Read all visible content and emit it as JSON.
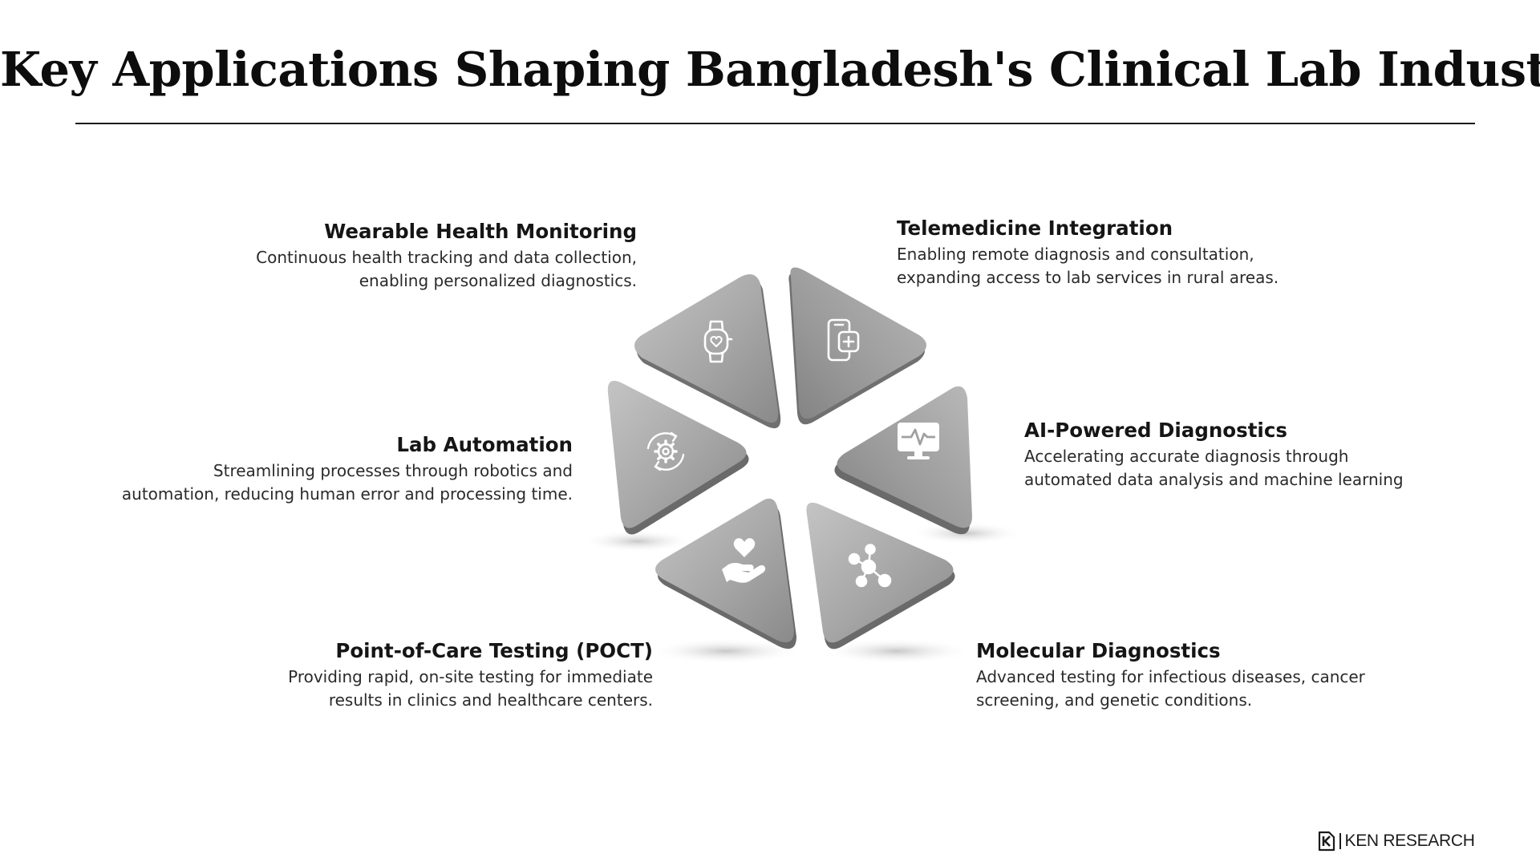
{
  "title": "Key Applications Shaping Bangladesh's Clinical Lab Industry",
  "segments": [
    {
      "heading": "Wearable Health Monitoring",
      "description_lines": [
        "Continuous health tracking and data collection,",
        "enabling personalized diagnostics."
      ],
      "icon": "smartwatch-heart-icon"
    },
    {
      "heading": "Telemedicine Integration",
      "description_lines": [
        "Enabling remote diagnosis and consultation,",
        "expanding access to lab services in rural areas."
      ],
      "icon": "phone-medical-icon"
    },
    {
      "heading": "AI-Powered Diagnostics",
      "description_lines": [
        "Accelerating accurate diagnosis through",
        "automated data analysis and machine learning"
      ],
      "icon": "monitor-pulse-icon"
    },
    {
      "heading": "Molecular Diagnostics",
      "description_lines": [
        "Advanced testing for infectious diseases, cancer",
        "screening, and genetic conditions."
      ],
      "icon": "molecule-icon"
    },
    {
      "heading": "Point-of-Care Testing (POCT)",
      "description_lines": [
        "Providing rapid, on-site testing for immediate",
        "results in clinics and healthcare centers."
      ],
      "icon": "hand-heart-icon"
    },
    {
      "heading": "Lab Automation",
      "description_lines": [
        "Streamlining processes through robotics and",
        "automation, reducing human error and processing time."
      ],
      "icon": "gear-cycle-icon"
    }
  ],
  "brand": {
    "name": "KEN RESEARCH",
    "logo_icon": "ken-research-logo-icon"
  },
  "colors": {
    "tile_light": "#bcbcbc",
    "tile_dark": "#8e8e8e",
    "tile_edge": "#6e6e6e",
    "text": "#151515"
  }
}
